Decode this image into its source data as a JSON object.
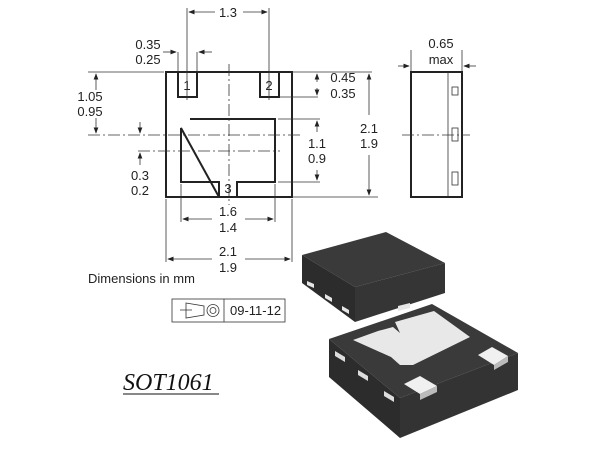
{
  "drawing": {
    "title": "SOT1061",
    "units_note": "Dimensions in mm",
    "revision_date": "09-11-12",
    "pins": [
      "1",
      "2",
      "3"
    ],
    "dimensions": {
      "pin_pitch": "1.3",
      "pin_width_max": "0.35",
      "pin_width_min": "0.25",
      "pin_length_max": "0.45",
      "pin_length_min": "0.35",
      "body_length_max": "2.1",
      "body_length_min": "1.9",
      "pad_offset_max": "1.05",
      "pad_offset_min": "0.95",
      "pad_height_max": "1.1",
      "pad_height_min": "0.9",
      "notch_max": "0.3",
      "notch_min": "0.2",
      "pad_width_max": "1.6",
      "pad_width_min": "1.4",
      "body_width_max": "2.1",
      "body_width_min": "1.9",
      "thickness_value": "0.65",
      "thickness_label": "max"
    }
  }
}
